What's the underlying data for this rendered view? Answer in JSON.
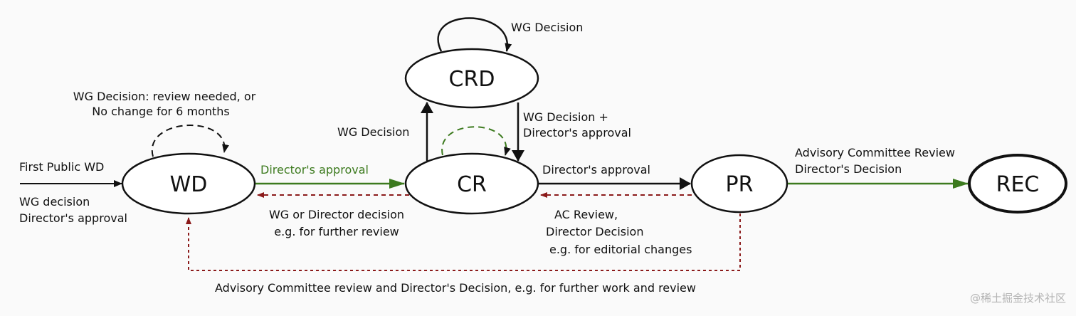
{
  "nodes": {
    "wd": "WD",
    "cr": "CR",
    "crd": "CRD",
    "pr": "PR",
    "rec": "REC"
  },
  "labels": {
    "wd_self_loop": [
      "WG Decision: review needed, or",
      "No change for 6 months"
    ],
    "first_public_wd": "First Public WD",
    "wd_entry_conditions": [
      "WG decision",
      "Director's approval"
    ],
    "wd_to_cr": "Director's approval",
    "cr_to_wd": [
      "WG or Director decision",
      "e.g. for further review"
    ],
    "cr_to_crd": "WG Decision",
    "crd_self_loop": "WG Decision",
    "crd_to_cr": [
      "WG Decision +",
      "Director's approval"
    ],
    "cr_to_pr": "Director's approval",
    "pr_to_cr": [
      "AC Review,",
      "Director Decision",
      "e.g. for editorial changes"
    ],
    "pr_to_rec": [
      "Advisory Committee Review",
      "Director's Decision"
    ],
    "pr_to_wd": "Advisory Committee review and Director's Decision, e.g. for further work and review"
  },
  "watermark": "@稀土掘金技术社区",
  "colors": {
    "forward": "#3c7a1e",
    "backward": "#8b1a1a",
    "neutral": "#111111"
  }
}
